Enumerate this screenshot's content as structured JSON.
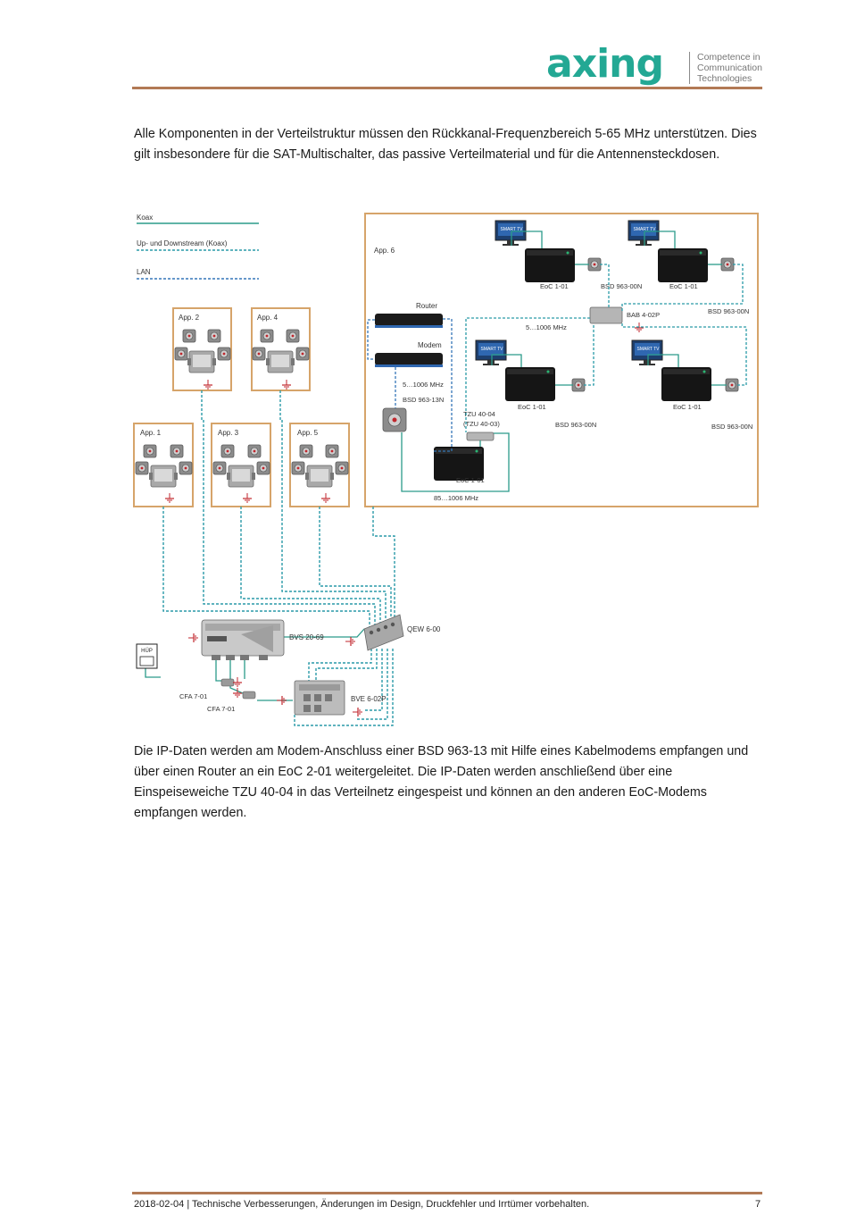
{
  "header": {
    "logo_text": "axing",
    "tagline": [
      "Competence in",
      "Communication",
      "Technologies"
    ]
  },
  "intro_text": "Alle Komponenten in der Verteilstruktur müssen den Rückkanal-Frequenzbereich 5-65 MHz unterstützen. Dies gilt insbesondere für die SAT-Multischalter, das passive Verteilmaterial und für die Antennensteckdosen.",
  "diagram": {
    "legend": {
      "koax": "Koax",
      "updown": "Up- und Downstream (Koax)",
      "lan": "LAN"
    },
    "apartments": {
      "app1": "App. 1",
      "app2": "App. 2",
      "app3": "App. 3",
      "app4": "App. 4",
      "app5": "App. 5",
      "app6": "App. 6"
    },
    "devices": {
      "router": "Router",
      "modem": "Modem",
      "smart_tv": "SMART TV",
      "eoc": "EoC 1-01",
      "bsd_00n": "BSD 963-00N",
      "bsd_13n": "BSD 963-13N",
      "bab": "BAB 4-02P",
      "tzu": "TZU 40-04",
      "tzu_alt": "(TZU 40-03)",
      "bvs": "BVS 20-69",
      "qew": "QEW 6-00",
      "bve": "BVE 6-02P",
      "cfa": "CFA 7-01",
      "hup": "HÜP"
    },
    "frequencies": {
      "f1": "5…1006 MHz",
      "f2": "5…1006 MHz",
      "f3": "85…1006 MHz"
    }
  },
  "body_text": "Die IP-Daten werden am Modem-Anschluss einer BSD 963-13 mit Hilfe eines Kabelmodems empfangen und über einen Router an ein EoC 2-01 weitergeleitet. Die IP-Daten werden anschließend über eine Einspeiseweiche TZU 40-04 in das Verteilnetz eingespeist und können an den anderen EoC-Modems empfangen werden.",
  "footer": {
    "text": "2018-02-04 | Technische Verbesserungen, Änderungen im Design, Druckfehler und Irrtümer vorbehalten.",
    "page_number": "7"
  },
  "colors": {
    "brand": "#23a894",
    "rule": "#b27a55",
    "coax": "#2b9b8a",
    "updown": "#2a9aa8",
    "lan": "#3577b8",
    "box": "#d6a46a"
  }
}
